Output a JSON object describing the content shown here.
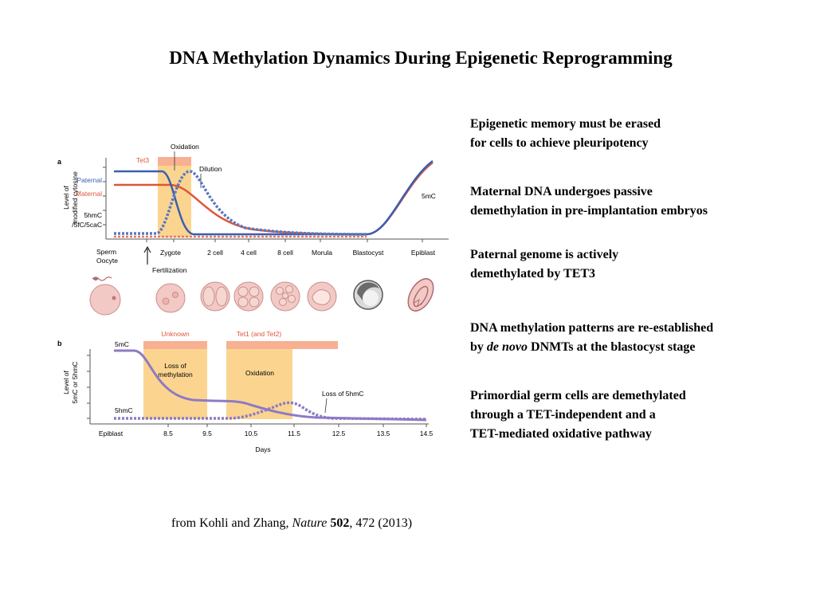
{
  "title": "DNA Methylation Dynamics During Epigenetic Reprogramming",
  "notes": [
    {
      "line1": "Epigenetic memory must be erased",
      "line2": "for cells to achieve pleuripotency"
    },
    {
      "line1": "Maternal DNA undergoes passive",
      "line2": "demethylation in pre-implantation embryos"
    },
    {
      "line1": "Paternal genome is actively",
      "line2": "demethylated by TET3"
    },
    {
      "line1": "DNA methylation patterns are re-established",
      "line2_pre": "by ",
      "line2_em": "de novo",
      "line2_post": " DNMTs at the blastocyst stage"
    },
    {
      "line1": "Primordial germ cells are demethylated",
      "line2": "through a TET-independent and a",
      "line3": "TET-mediated oxidative pathway"
    }
  ],
  "citation": {
    "pre": "from Kohli and Zhang, ",
    "journal": "Nature",
    "volume": "502",
    "post": ", 472 (2013)"
  },
  "panel_a": {
    "label": "a",
    "ylabel_line1": "Level of",
    "ylabel_line2": "modified cytosine",
    "oxidation_label": "Oxidation",
    "tet3_label": "Tet3",
    "dilution_label": "Dilution",
    "legend_paternal": "Paternal",
    "legend_maternal": "Maternal",
    "legend_5hmc_line1": "5hmC",
    "legend_5hmc_line2": "/5fC/5caC",
    "end_label": "5mC",
    "stages": [
      "Zygote",
      "2 cell",
      "4 cell",
      "8 cell",
      "Morula",
      "Blastocyst",
      "Epiblast"
    ],
    "sperm_label": "Sperm",
    "oocyte_label": "Oocyte",
    "fertilization_label": "Fertilization",
    "colors": {
      "paternal": "#3a5fb0",
      "maternal": "#e0553a",
      "tet_box": "#fbd58f",
      "tet_header": "#f7b092",
      "paternal_dots": "#5a78c0",
      "maternal_dots": "#e4795f"
    }
  },
  "panel_b": {
    "label": "b",
    "ylabel_line1": "Level of",
    "ylabel_line2": "5mC or 5hmC",
    "unknown_label": "Unknown",
    "tet_label": "Tet1 (and Tet2)",
    "loss_meth_line1": "Loss of",
    "loss_meth_line2": "methylation",
    "oxidation_label": "Oxidation",
    "loss_5hmc_label": "Loss of 5hmC",
    "series_5mc": "5mC",
    "series_5hmc": "5hmC",
    "xticks": [
      "Epiblast",
      "8.5",
      "9.5",
      "10.5",
      "11.5",
      "12.5",
      "13.5",
      "14.5"
    ],
    "xlabel": "Days",
    "colors": {
      "line": "#8e7ac4",
      "box": "#fbd58f",
      "header": "#f7b092",
      "axis": "#555555"
    }
  }
}
